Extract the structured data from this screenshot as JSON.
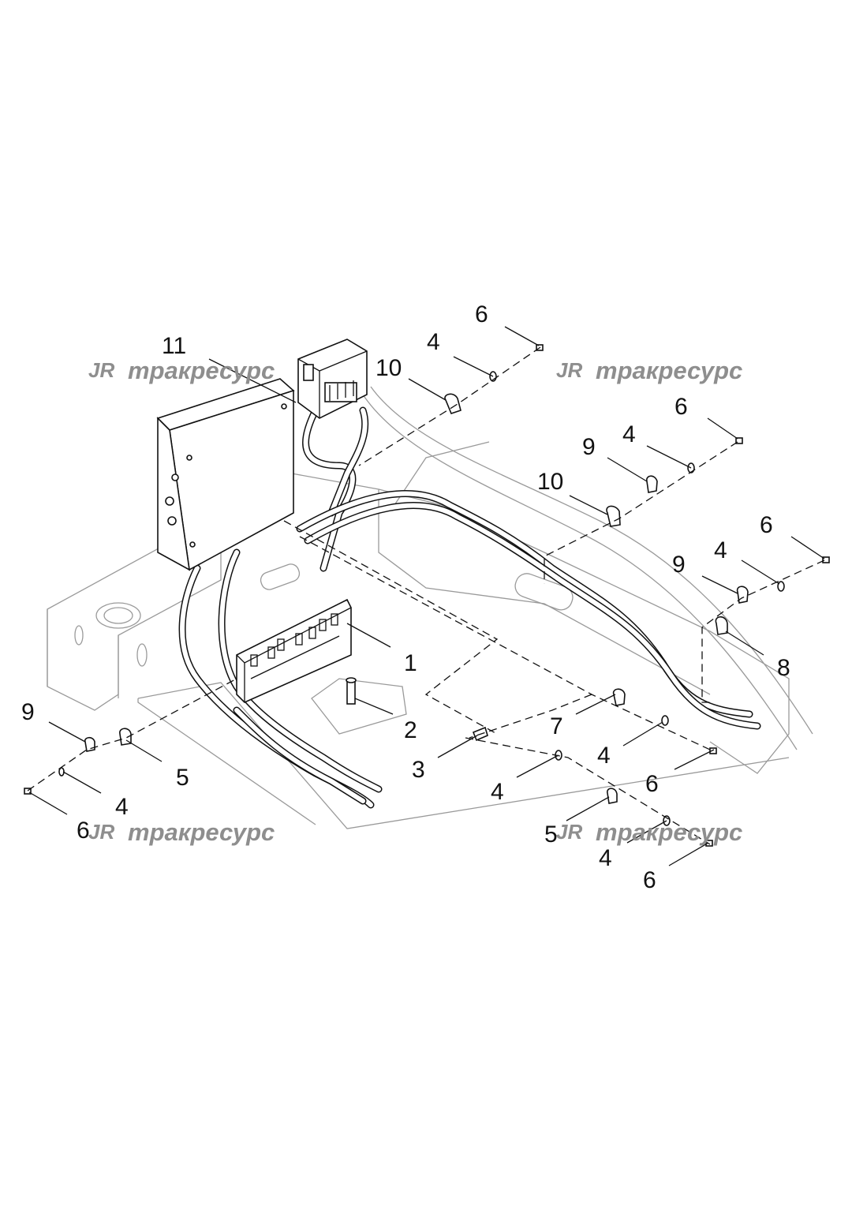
{
  "diagram": {
    "watermark": {
      "logo": "JR",
      "text": "тракресурс"
    },
    "callouts": [
      {
        "id": "c11",
        "label": "11"
      },
      {
        "id": "c10a",
        "label": "10"
      },
      {
        "id": "c6a",
        "label": "6"
      },
      {
        "id": "c4a",
        "label": "4"
      },
      {
        "id": "c6b",
        "label": "6"
      },
      {
        "id": "c4b",
        "label": "4"
      },
      {
        "id": "c9a",
        "label": "9"
      },
      {
        "id": "c10b",
        "label": "10"
      },
      {
        "id": "c6c",
        "label": "6"
      },
      {
        "id": "c4c",
        "label": "4"
      },
      {
        "id": "c9b",
        "label": "9"
      },
      {
        "id": "c8",
        "label": "8"
      },
      {
        "id": "c1",
        "label": "1"
      },
      {
        "id": "c2",
        "label": "2"
      },
      {
        "id": "c3",
        "label": "3"
      },
      {
        "id": "c7",
        "label": "7"
      },
      {
        "id": "c4d",
        "label": "4"
      },
      {
        "id": "c6d",
        "label": "6"
      },
      {
        "id": "c4e",
        "label": "4"
      },
      {
        "id": "c9c",
        "label": "9"
      },
      {
        "id": "c5a",
        "label": "5"
      },
      {
        "id": "c4f",
        "label": "4"
      },
      {
        "id": "c6e",
        "label": "6"
      },
      {
        "id": "c5b",
        "label": "5"
      },
      {
        "id": "c4g",
        "label": "4"
      },
      {
        "id": "c6f",
        "label": "6"
      }
    ]
  }
}
